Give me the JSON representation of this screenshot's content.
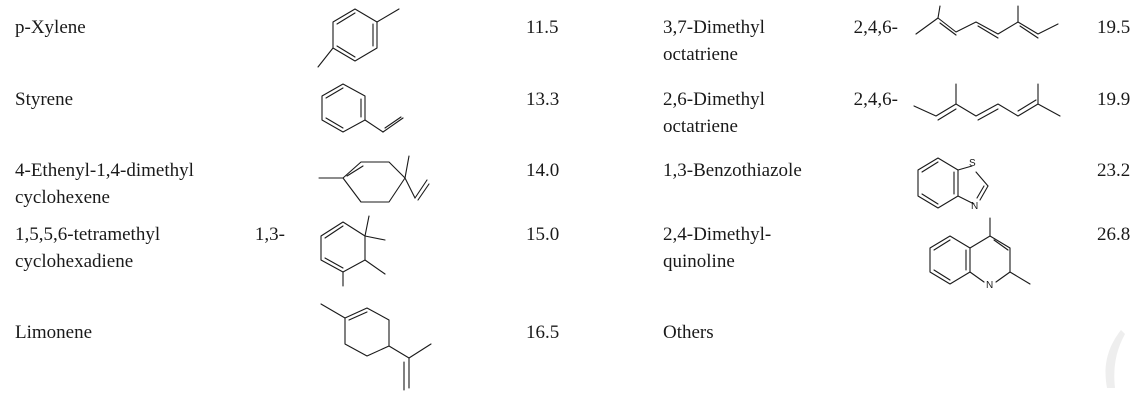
{
  "left_rows": [
    {
      "name_lines": [
        "p-Xylene"
      ],
      "value": "11.5",
      "structure_icon": "p-xylene-structure"
    },
    {
      "name_lines": [
        "Styrene"
      ],
      "value": "13.3",
      "structure_icon": "styrene-structure"
    },
    {
      "name_lines": [
        "4-Ethenyl-1,4-dimethyl",
        "cyclohexene"
      ],
      "value": "14.0",
      "structure_icon": "ethenyl-dimethyl-cyclohexene-structure"
    },
    {
      "name_lines": [
        "1,5,5,6-tetramethyl 1,3-",
        "cyclohexadiene"
      ],
      "value": "15.0",
      "structure_icon": "tetramethyl-cyclohexadiene-structure"
    },
    {
      "name_lines": [
        "Limonene"
      ],
      "value": "16.5",
      "structure_icon": "limonene-structure"
    }
  ],
  "right_rows": [
    {
      "name_lines": [
        "3,7-Dimethyl 2,4,6-",
        "octatriene"
      ],
      "value": "19.5",
      "structure_icon": "dimethyl-octatriene-structure"
    },
    {
      "name_lines": [
        "2,6-Dimethyl 2,4,6-",
        "octatriene"
      ],
      "value": "19.9",
      "structure_icon": "dimethyl-octatriene-structure"
    },
    {
      "name_lines": [
        "1,3-Benzothiazole"
      ],
      "value": "23.2",
      "structure_icon": "benzothiazole-structure"
    },
    {
      "name_lines": [
        "2,4-Dimethyl-",
        "quinoline"
      ],
      "value": "26.8",
      "structure_icon": "dimethylquinoline-structure"
    },
    {
      "name_lines": [
        "Others"
      ],
      "value": "",
      "structure_icon": ""
    }
  ],
  "atom_labels": {
    "sulfur": "S",
    "nitrogen": "N"
  },
  "ink_color": "#1a1a1a"
}
